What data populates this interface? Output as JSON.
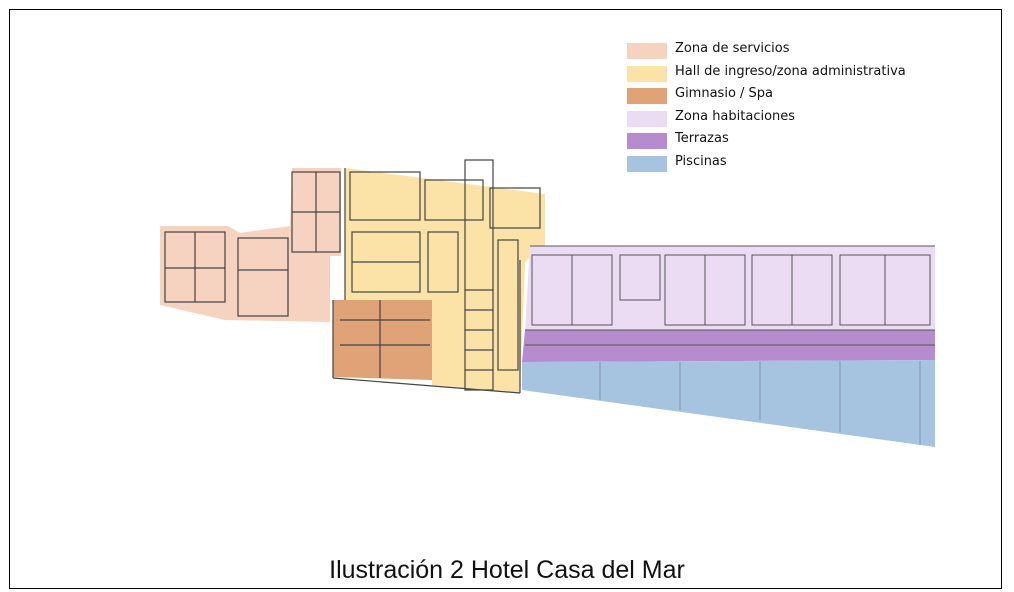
{
  "legend": [
    {
      "label": "Zona de servicios",
      "color": "#f5d3c0"
    },
    {
      "label": "Hall de ingreso/zona administrativa",
      "color": "#fbe3a8"
    },
    {
      "label": "Gimnasio / Spa",
      "color": "#e0a277"
    },
    {
      "label": "Zona habitaciones",
      "color": "#ebdcf3"
    },
    {
      "label": "Terrazas",
      "color": "#b78ccf"
    },
    {
      "label": "Piscinas",
      "color": "#a6c3e0"
    }
  ],
  "caption": "Ilustración 2 Hotel Casa del Mar"
}
